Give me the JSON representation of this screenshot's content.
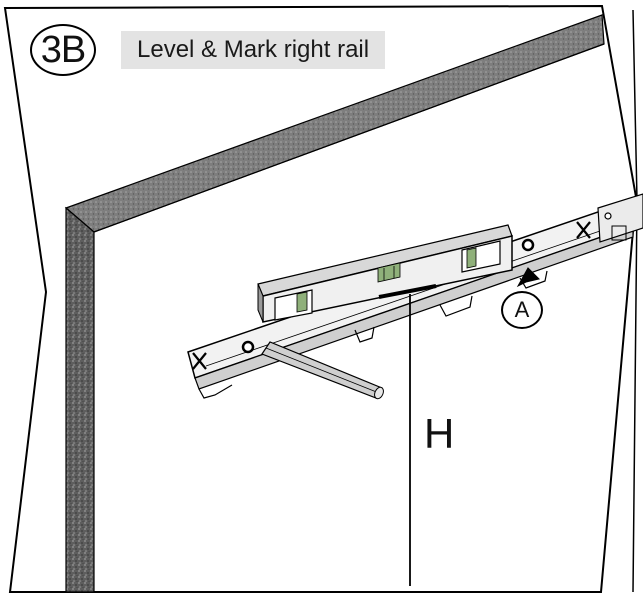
{
  "step": {
    "number": "3B",
    "title": "Level & Mark right rail"
  },
  "callouts": {
    "mount_point": "A",
    "height_marker": "H"
  },
  "icons": {
    "level_tool": "spirit-level-icon",
    "rail": "wall-rail-icon",
    "pencil": "pencil-icon",
    "screw": "screw-hole-icon"
  },
  "colors": {
    "outline": "#000000",
    "title_background": "#e3e3e3",
    "wall_edge": "#6d6d6d",
    "wall_top": "#8a8a8a",
    "level_face": "#e9e9e9",
    "bubble": "#8fb07a"
  }
}
